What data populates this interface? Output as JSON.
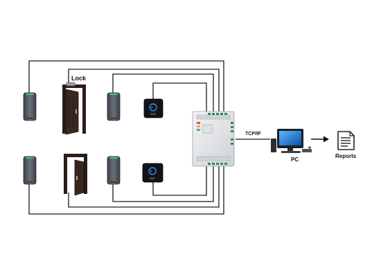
{
  "labels": {
    "lock": "Lock",
    "tcp_ip": "TCP/IP",
    "pc": "PC",
    "reports": "Reports"
  },
  "exit_buttons": {
    "top_text": "EXIT",
    "bottom_text": "EXIT"
  },
  "colors": {
    "wire": "#1a1a1a",
    "reader_body": "#4a4f56",
    "reader_led": "#39d353",
    "door_dark": "#2b1d17",
    "controller_body": "#e4e6e8",
    "exit_ring": "#3ea0ff"
  }
}
